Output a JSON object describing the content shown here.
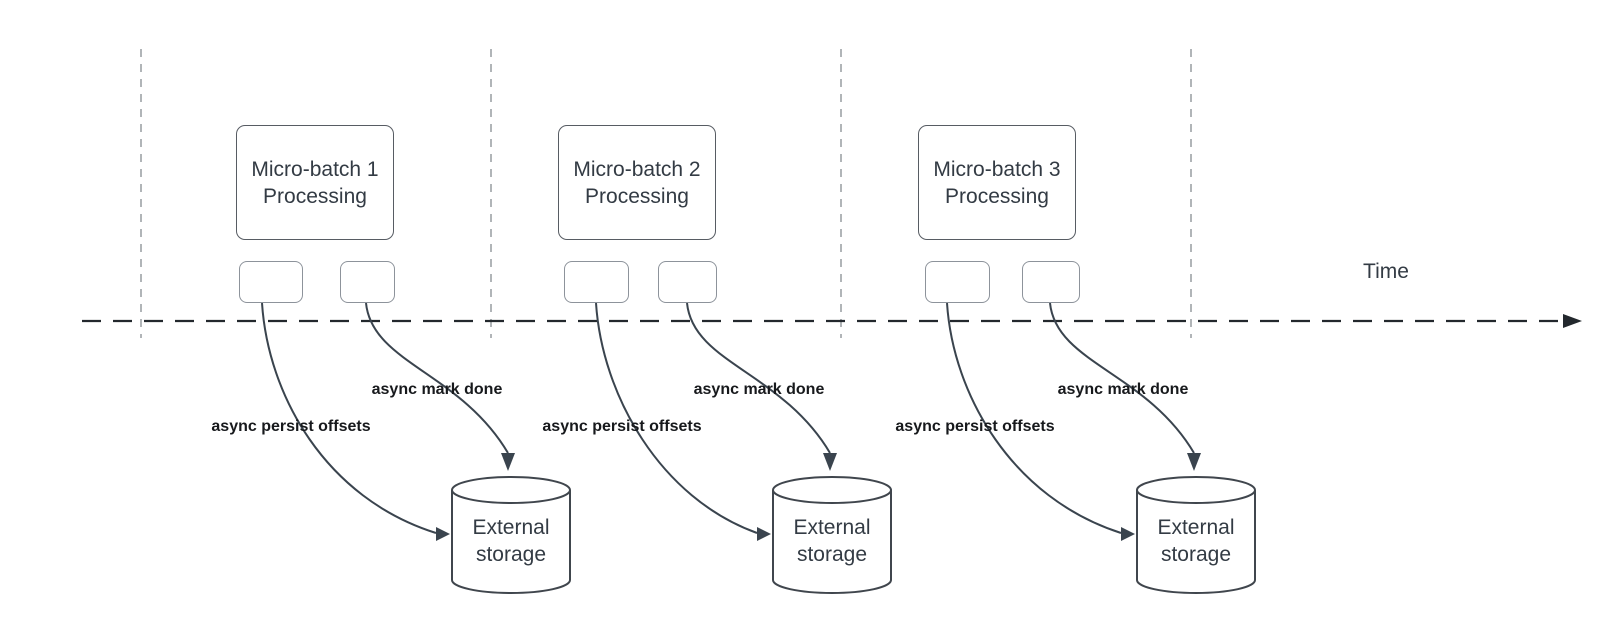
{
  "diagram": {
    "time_label": "Time",
    "groups": [
      {
        "process_label": "Micro-batch 1 Processing",
        "persist_label": "async persist offsets",
        "mark_done_label": "async mark done",
        "storage_label": "External storage"
      },
      {
        "process_label": "Micro-batch 2 Processing",
        "persist_label": "async persist offsets",
        "mark_done_label": "async mark done",
        "storage_label": "External storage"
      },
      {
        "process_label": "Micro-batch 3 Processing",
        "persist_label": "async persist offsets",
        "mark_done_label": "async mark done",
        "storage_label": "External storage"
      }
    ],
    "colors": {
      "background": "#ffffff",
      "timeline_stroke": "#23282d",
      "grid_stroke": "#b1b5b8",
      "arrow_stroke": "#3a444e",
      "process_box_border": "#575c63",
      "task_box_border": "#8d939b",
      "cylinder_border": "#40464d",
      "node_text": "#333b44",
      "annotation_text": "#17191c"
    }
  }
}
